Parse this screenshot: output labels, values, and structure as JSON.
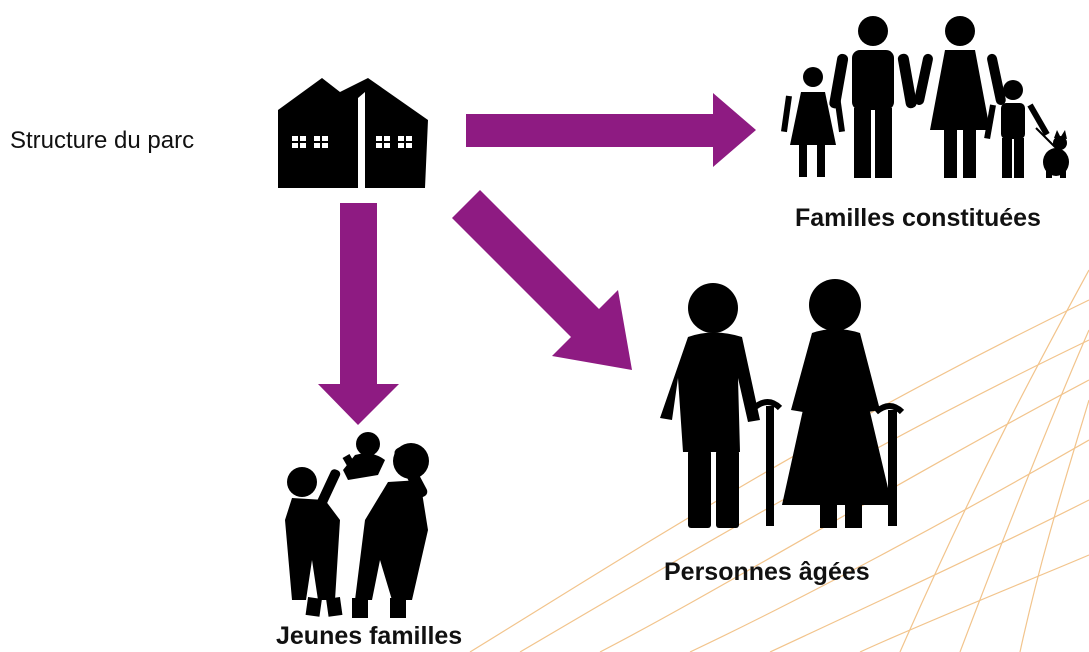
{
  "diagram": {
    "source": {
      "label": "Structure du parc",
      "icon": "house-icon"
    },
    "targets": [
      {
        "label": "Familles constituées",
        "icon": "family-with-children-icon"
      },
      {
        "label": "Personnes âgées",
        "icon": "elderly-couple-icon"
      },
      {
        "label": "Jeunes familles",
        "icon": "young-family-icon"
      }
    ],
    "colors": {
      "arrow": "#8e1b82",
      "icon": "#000000",
      "decoration": "#f2c48c"
    }
  }
}
